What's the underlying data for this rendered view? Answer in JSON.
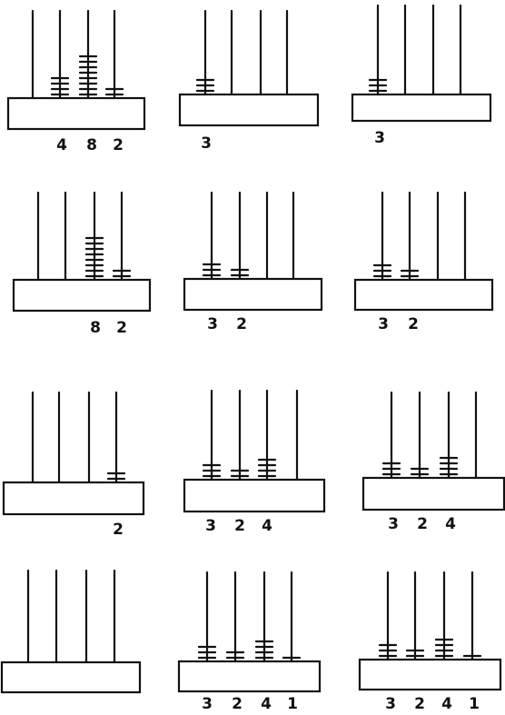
{
  "abaci": [
    {
      "beads": [
        0,
        4,
        8,
        2
      ],
      "digits": [
        "4",
        "8",
        "2"
      ]
    },
    {
      "beads": [
        3,
        0,
        0,
        0
      ],
      "digits": [
        "3"
      ]
    },
    {
      "beads": [
        3,
        0,
        0,
        0
      ],
      "digits": [
        "3"
      ]
    },
    {
      "beads": [
        0,
        0,
        8,
        2
      ],
      "digits": [
        "8",
        "2"
      ]
    },
    {
      "beads": [
        3,
        2,
        0,
        0
      ],
      "digits": [
        "3",
        "2"
      ]
    },
    {
      "beads": [
        3,
        2,
        0,
        0
      ],
      "digits": [
        "3",
        "2"
      ]
    },
    {
      "beads": [
        0,
        0,
        0,
        2
      ],
      "digits": [
        "2"
      ]
    },
    {
      "beads": [
        3,
        2,
        4,
        0
      ],
      "digits": [
        "3",
        "2",
        "4"
      ]
    },
    {
      "beads": [
        3,
        2,
        4,
        0
      ],
      "digits": [
        "3",
        "2",
        "4"
      ]
    },
    {
      "beads": [
        0,
        0,
        0,
        0
      ],
      "digits": []
    },
    {
      "beads": [
        3,
        2,
        4,
        1
      ],
      "digits": [
        "3",
        "2",
        "4",
        "1"
      ]
    },
    {
      "beads": [
        3,
        2,
        4,
        1
      ],
      "digits": [
        "3",
        "2",
        "4",
        "1"
      ]
    }
  ]
}
